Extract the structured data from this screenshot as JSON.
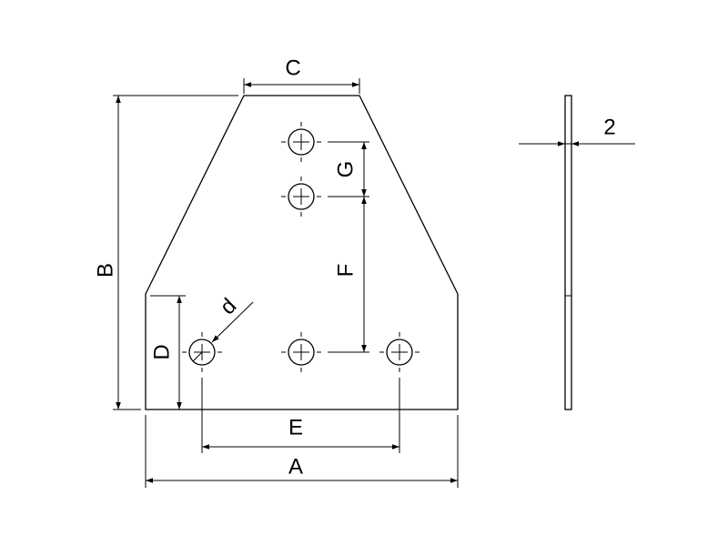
{
  "drawing": {
    "title": "Flat connecting plate with holes - front and side view",
    "labels": {
      "A": "A",
      "B": "B",
      "C": "C",
      "D": "D",
      "E": "E",
      "F": "F",
      "G": "G",
      "d": "d",
      "thickness": "2"
    },
    "hole_count": 5,
    "line_color": "#000000",
    "background": "#ffffff"
  }
}
